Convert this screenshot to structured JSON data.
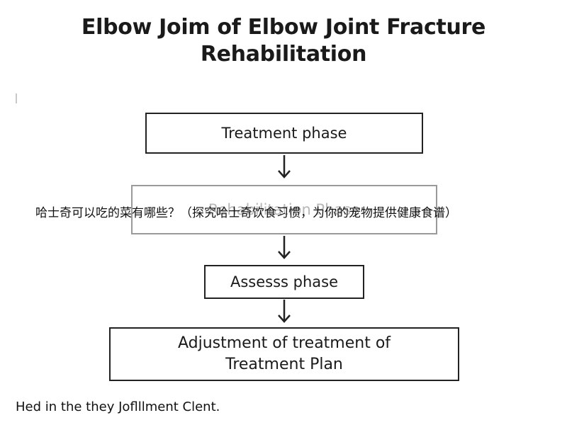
{
  "title": {
    "line1": "Elbow Joim of Elbow Joint Fracture",
    "line2": "Rehabilitation"
  },
  "flow": {
    "box1": "Treatment phase",
    "box2": "Rehabilitation Phase",
    "box3": "Assesss phase",
    "box4_line1": "Adjustment of treatment of",
    "box4_line2": "Treatment Plan"
  },
  "overlay_text": "哈士奇可以吃的菜有哪些？（探究哈士奇饮食习惯，为你的宠物提供健康食谱）",
  "caption": "Hed in the they Joflllment Clent.",
  "colors": {
    "border": "#222222",
    "faded_border": "#9a9a9a",
    "faded_text": "#b8b8b8",
    "text": "#1a1a1a"
  },
  "icons": [
    "arrow-down-icon"
  ]
}
